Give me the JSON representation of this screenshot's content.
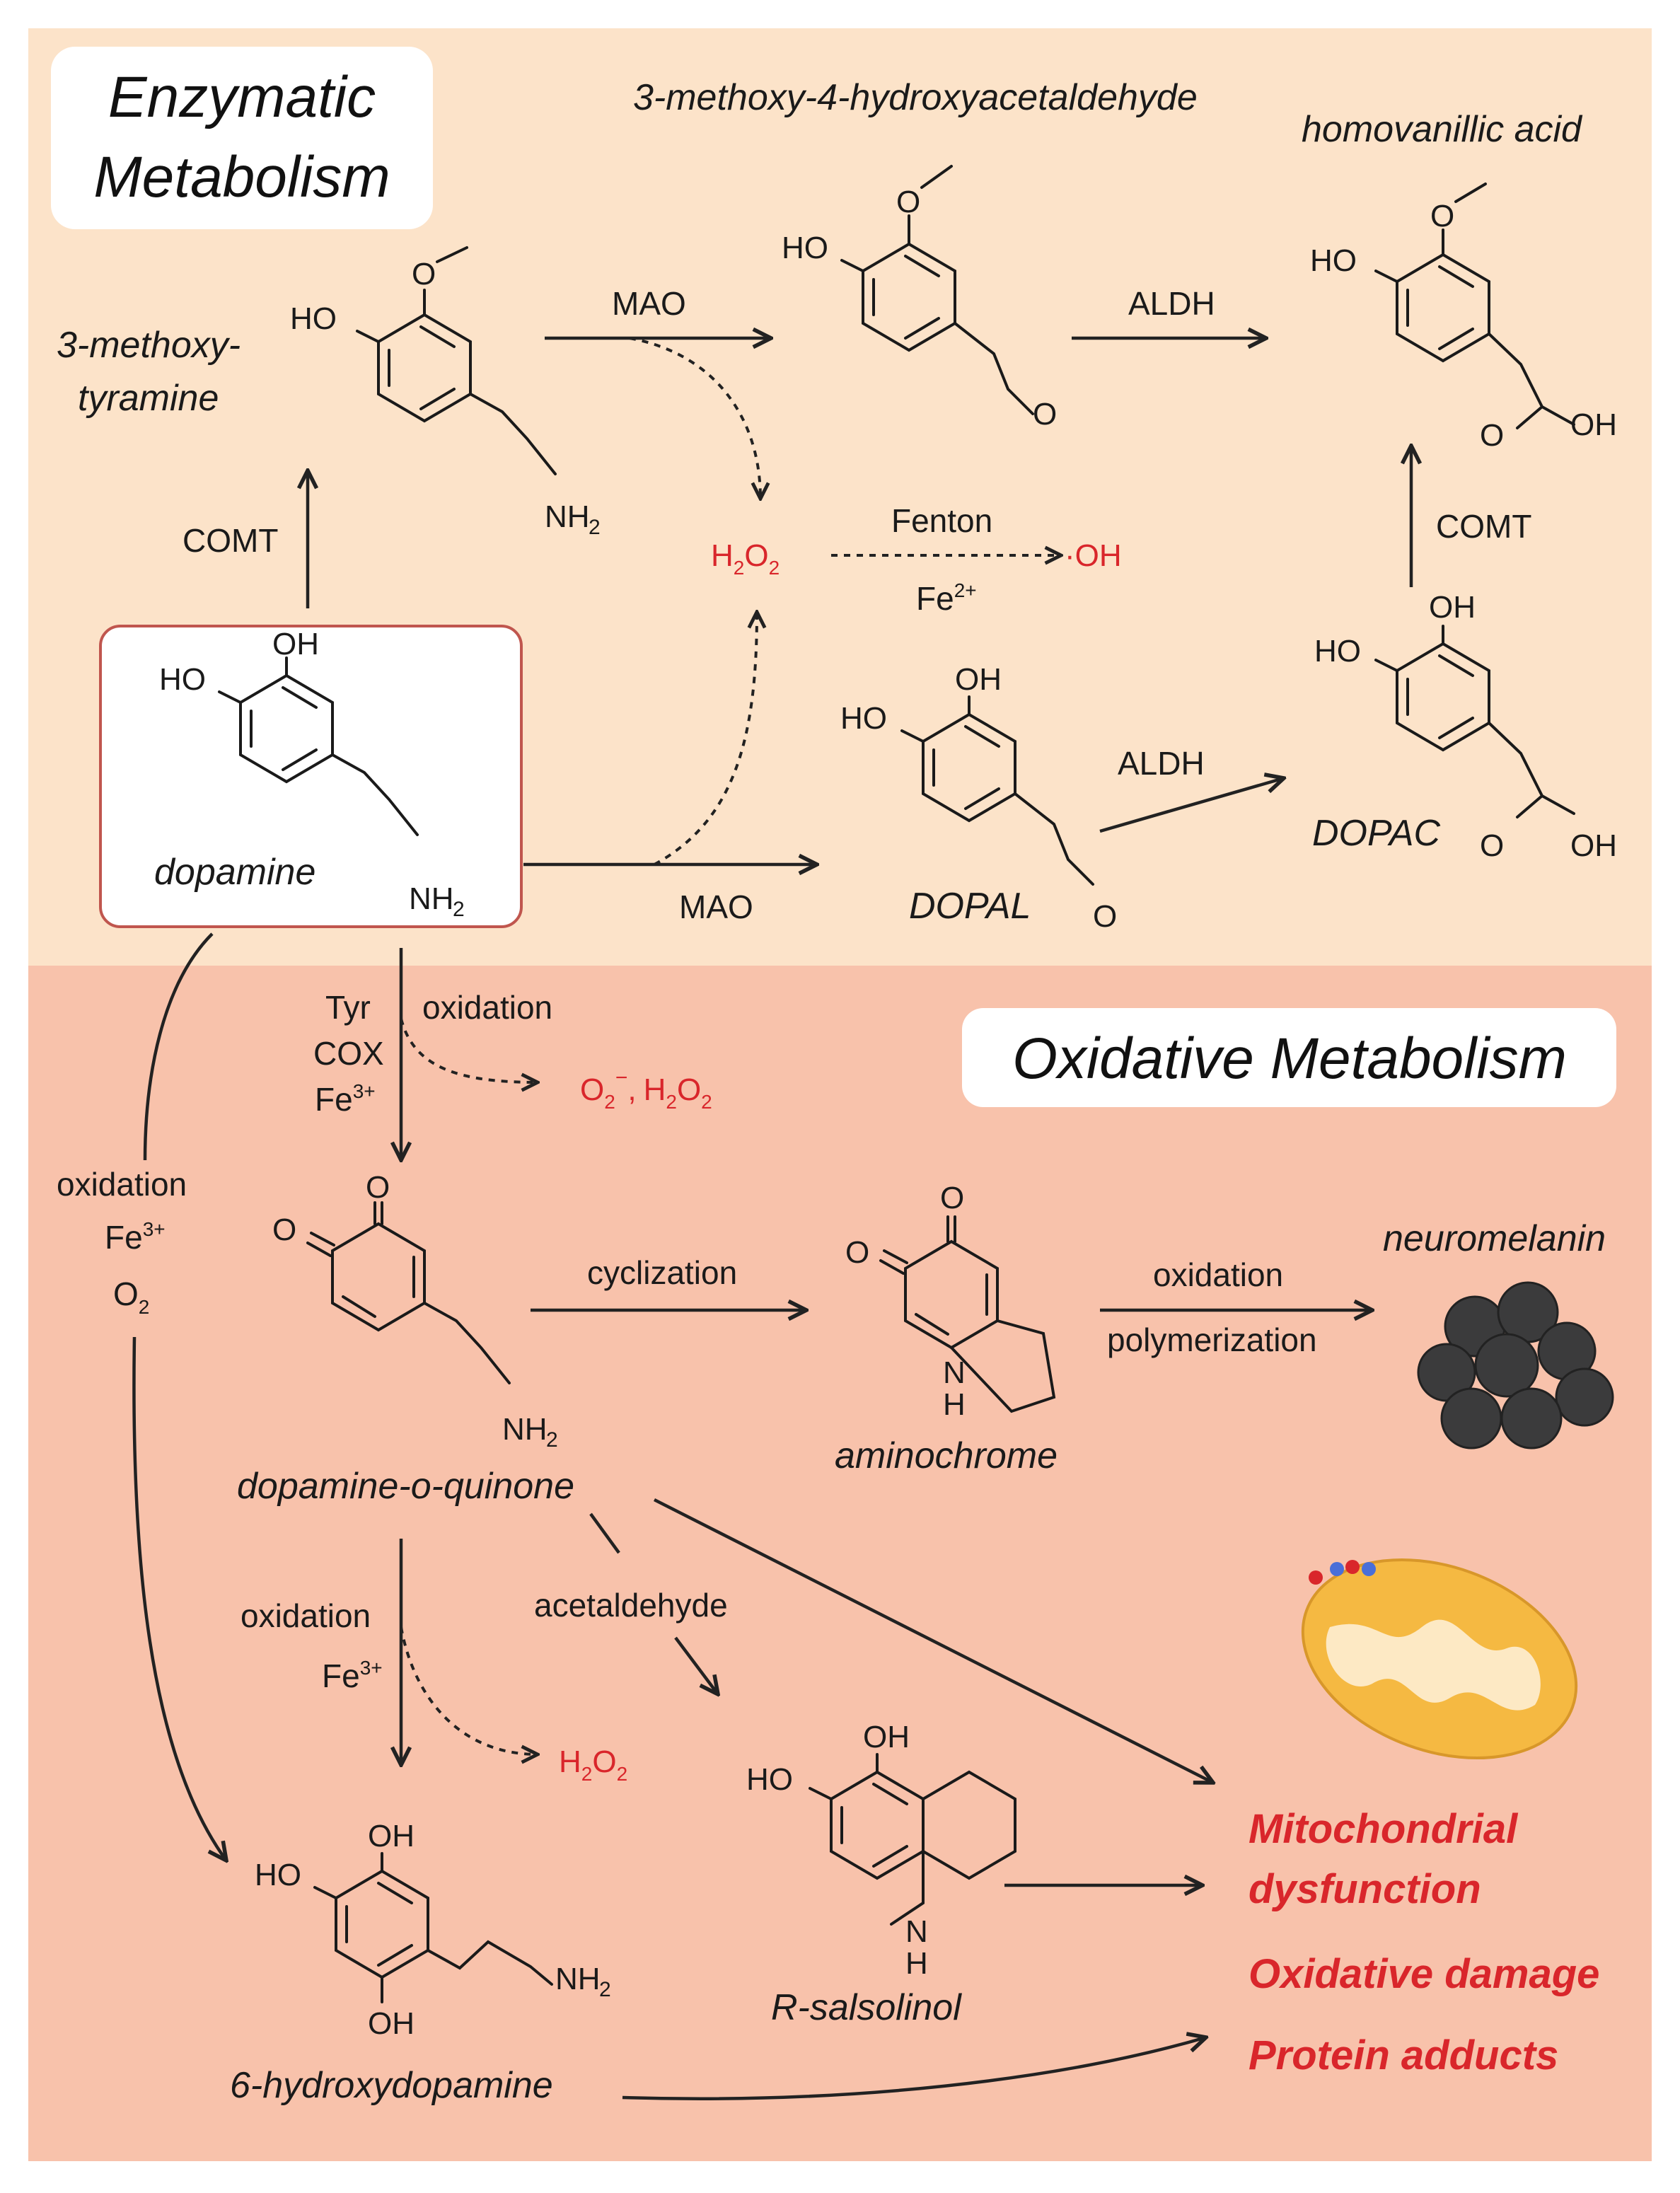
{
  "sections": {
    "enzymatic_title_line1": "Enzymatic",
    "enzymatic_title_line2": "Metabolism",
    "oxidative_title": "Oxidative Metabolism"
  },
  "compounds": {
    "methoxytyramine_line1": "3-methoxy-",
    "methoxytyramine_line2": "tyramine",
    "mhpa": "3-methoxy-4-hydroxyacetaldehyde",
    "hva": "homovanillic acid",
    "dopamine": "dopamine",
    "dopal": "DOPAL",
    "dopac": "DOPAC",
    "dopamine_quinone": "dopamine-o-quinone",
    "aminochrome": "aminochrome",
    "neuromelanin": "neuromelanin",
    "salsolinol": "R-salsolinol",
    "hydroxydopamine": "6-hydroxydopamine"
  },
  "enzymes": {
    "comt": "COMT",
    "mao": "MAO",
    "aldh": "ALDH",
    "fenton": "Fenton",
    "tyr": "Tyr",
    "cox": "COX"
  },
  "processes": {
    "oxidation": "oxidation",
    "cyclization": "cyclization",
    "polymerization": "polymerization",
    "acetaldehyde": "acetaldehyde"
  },
  "chem_labels": {
    "ho": "HO",
    "oh": "OH",
    "nh2": "NH",
    "nh2_sub": "2",
    "nh_n": "N",
    "nh_h": "H",
    "o": "O",
    "h2o2_h": "H",
    "h2o2_o": "O",
    "sub2": "2",
    "oh_radical": "·OH",
    "fe": "Fe",
    "fe2_sup": "2+",
    "fe3_sup": "3+",
    "o2_o": "O",
    "o2_sub": "2",
    "superoxide_sup": "−",
    "comma": ","
  },
  "outcomes": {
    "mito_line1": "Mitochondrial",
    "mito_line2": "dysfunction",
    "oxidative_damage": "Oxidative damage",
    "protein_adducts": "Protein adducts"
  },
  "colors": {
    "enzymatic_bg": "#fce3c9",
    "oxidative_bg": "#f8c2ab",
    "accent_red": "#d9262b",
    "neuromelanin": "#3b3b3c",
    "mitochondrion": "#f5b942"
  }
}
